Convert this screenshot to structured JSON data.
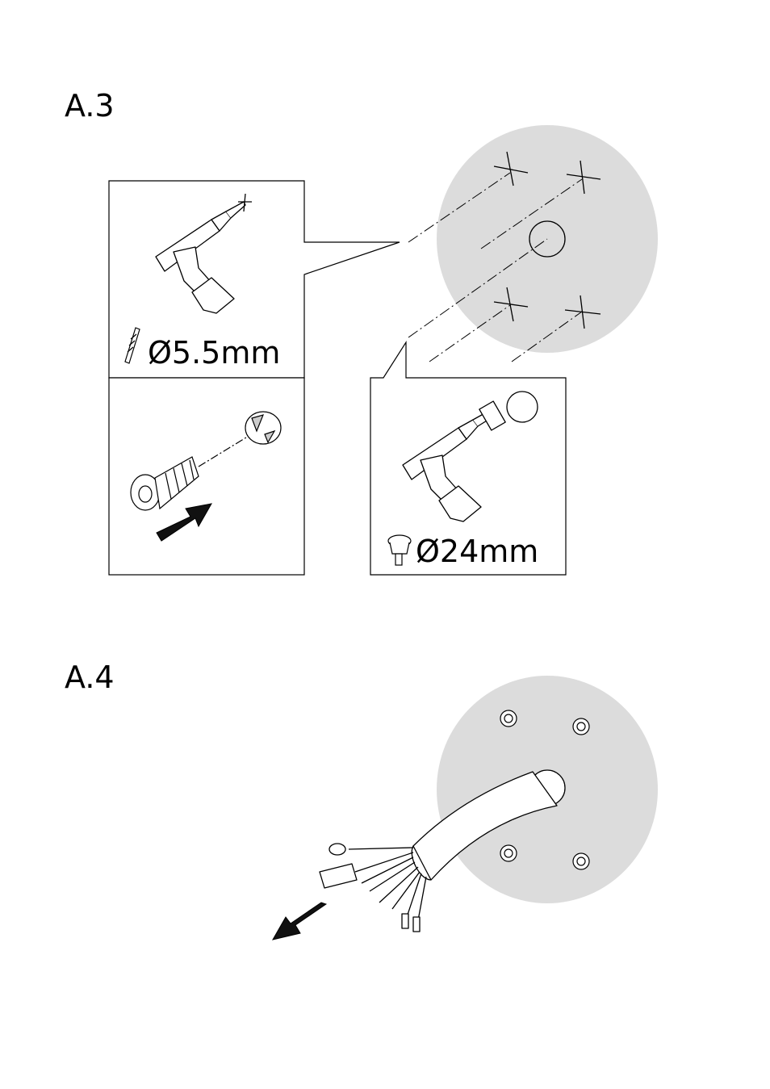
{
  "steps": [
    {
      "id": "A.3",
      "label": "A.3"
    },
    {
      "id": "A.4",
      "label": "A.4"
    }
  ],
  "a3": {
    "drill_bit_diameter": "Ø5.5mm",
    "hole_saw_diameter": "Ø24mm"
  },
  "colors": {
    "wall_fill": "#dcdcdc",
    "line": "#000000",
    "background": "#ffffff"
  },
  "icons": {
    "drill": "power-drill-icon",
    "drill_bit": "drill-bit-icon",
    "anchor": "wall-anchor-icon",
    "hole_saw": "hole-saw-icon",
    "arrow": "insert-arrow-icon",
    "cable": "cable-harness-icon"
  }
}
